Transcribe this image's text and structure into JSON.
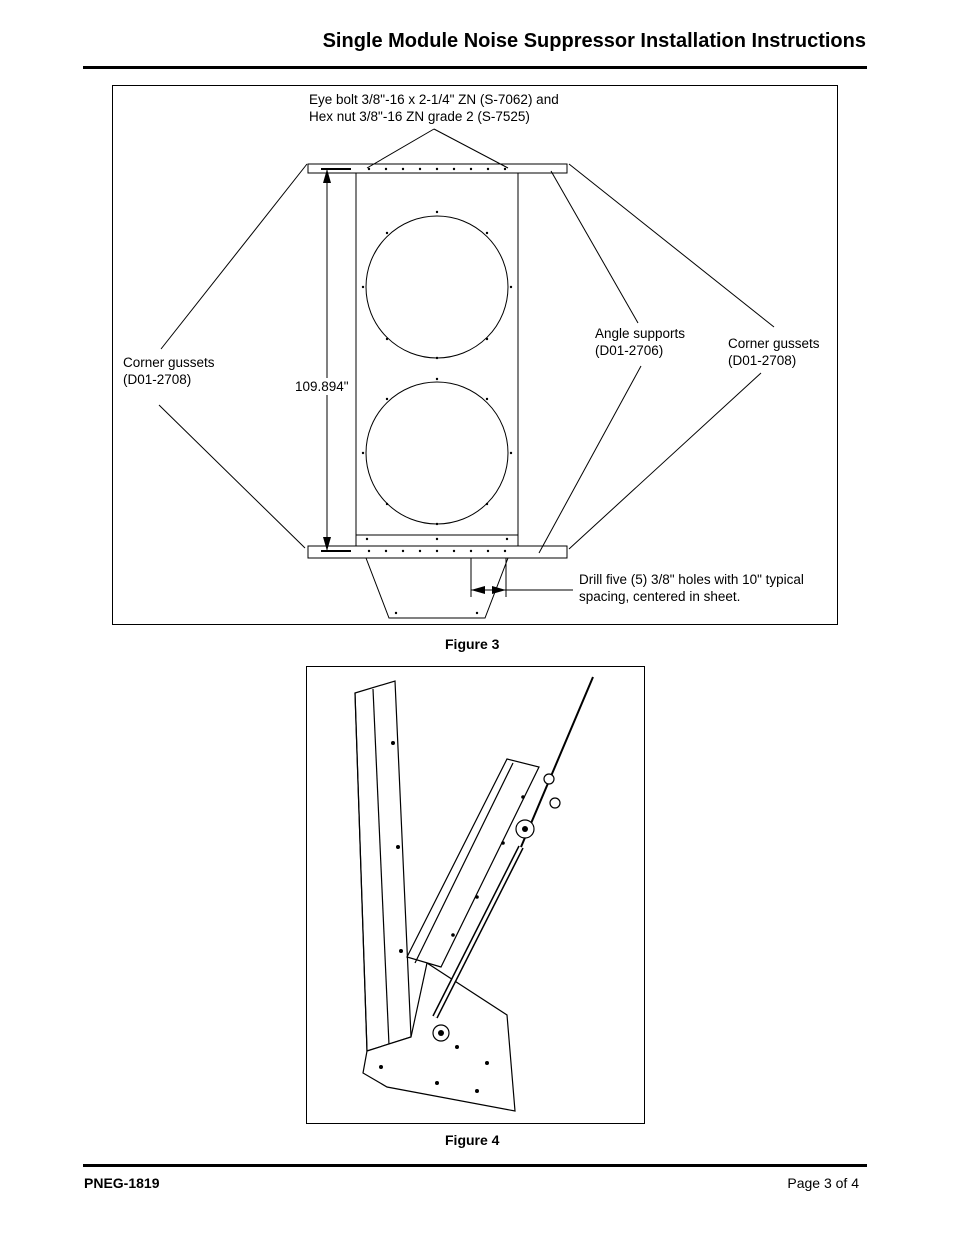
{
  "header": {
    "title": "Single Module Noise Suppressor Installation Instructions"
  },
  "figure3": {
    "eyebolt_line1": "Eye bolt 3/8\"-16 x 2-1/4\" ZN (S-7062) and",
    "eyebolt_line2": "Hex nut 3/8\"-16 ZN grade 2 (S-7525)",
    "corner_left_line1": "Corner gussets",
    "corner_left_line2": "(D01-2708)",
    "angle_line1": "Angle supports",
    "angle_line2": "(D01-2706)",
    "corner_right_line1": "Corner gussets",
    "corner_right_line2": "(D01-2708)",
    "dimension": "109.894\"",
    "drill_line1": "Drill five (5) 3/8\" holes with 10\" typical",
    "drill_line2": "spacing, centered in sheet.",
    "caption": "Figure 3"
  },
  "figure4": {
    "caption": "Figure 4"
  },
  "footer": {
    "doc_id": "PNEG-1819",
    "page": "Page 3 of 4"
  }
}
